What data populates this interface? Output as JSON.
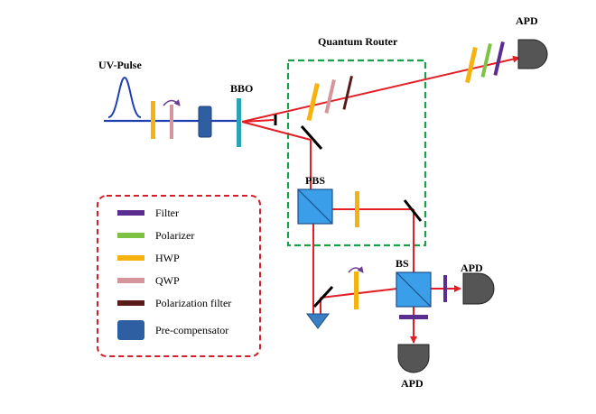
{
  "labels": {
    "uv_pulse": "UV-Pulse",
    "bbo": "BBO",
    "quantum_router": "Quantum Router",
    "pbs": "PBS",
    "bs": "BS",
    "apd_top": "APD",
    "apd_right": "APD",
    "apd_bottom": "APD"
  },
  "legend": {
    "items": [
      {
        "label": "Filter",
        "color": "#5b2d90"
      },
      {
        "label": "Polarizer",
        "color": "#7dc242"
      },
      {
        "label": "HWP",
        "color": "#f6b30f"
      },
      {
        "label": "QWP",
        "color": "#d4969b"
      },
      {
        "label": "Polarization filter",
        "color": "#5a1a1a"
      },
      {
        "label": "Pre-compensator",
        "color": "#2e5fa3"
      }
    ]
  },
  "colors": {
    "pump_beam": "#1f3fb0",
    "photon_beam": "#e21f26",
    "router_box": "#1aa04a",
    "legend_box": "#d0202a",
    "apd": "#555555",
    "rotation_arrow": "#6a3c9a",
    "bbo_crystal": "#2aa3b5"
  }
}
